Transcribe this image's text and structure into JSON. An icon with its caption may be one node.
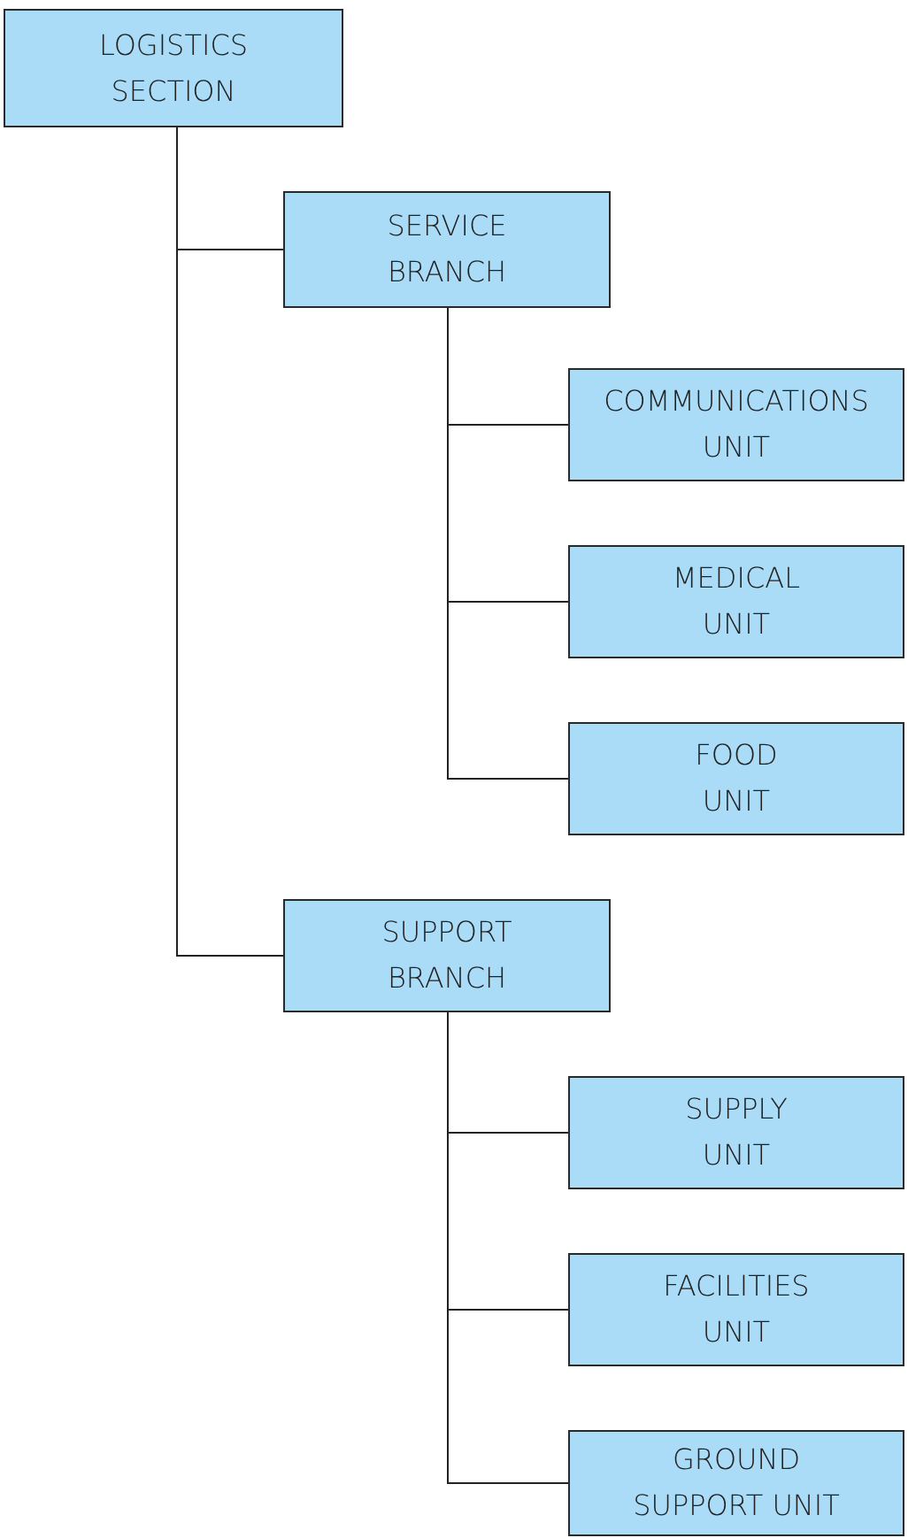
{
  "diagram": {
    "nodes": [
      {
        "text": [
          "LOGISTICS SECTION"
        ]
      },
      {
        "text": [
          "SERVICE BRANCH"
        ]
      },
      {
        "text": [
          "COMMUNICATIONS UNIT"
        ]
      },
      {
        "text": [
          "MEDICAL UNIT"
        ]
      },
      {
        "text": [
          "FOOD UNIT"
        ]
      },
      {
        "text": [
          "SUPPORT BRANCH"
        ]
      },
      {
        "text": [
          "SUPPLY UNIT"
        ]
      },
      {
        "text": [
          "FACILITIES UNIT"
        ]
      },
      {
        "text": [
          "GROUND SUPPORT UNIT"
        ]
      }
    ],
    "edges": [
      {
        "from": 0,
        "to": 1,
        "arrow": "none"
      },
      {
        "from": 0,
        "to": 5,
        "arrow": "none"
      },
      {
        "from": 1,
        "to": 2,
        "arrow": "none"
      },
      {
        "from": 1,
        "to": 3,
        "arrow": "none"
      },
      {
        "from": 1,
        "to": 4,
        "arrow": "none"
      },
      {
        "from": 5,
        "to": 6,
        "arrow": "none"
      },
      {
        "from": 5,
        "to": 7,
        "arrow": "none"
      },
      {
        "from": 5,
        "to": 8,
        "arrow": "none"
      }
    ]
  }
}
